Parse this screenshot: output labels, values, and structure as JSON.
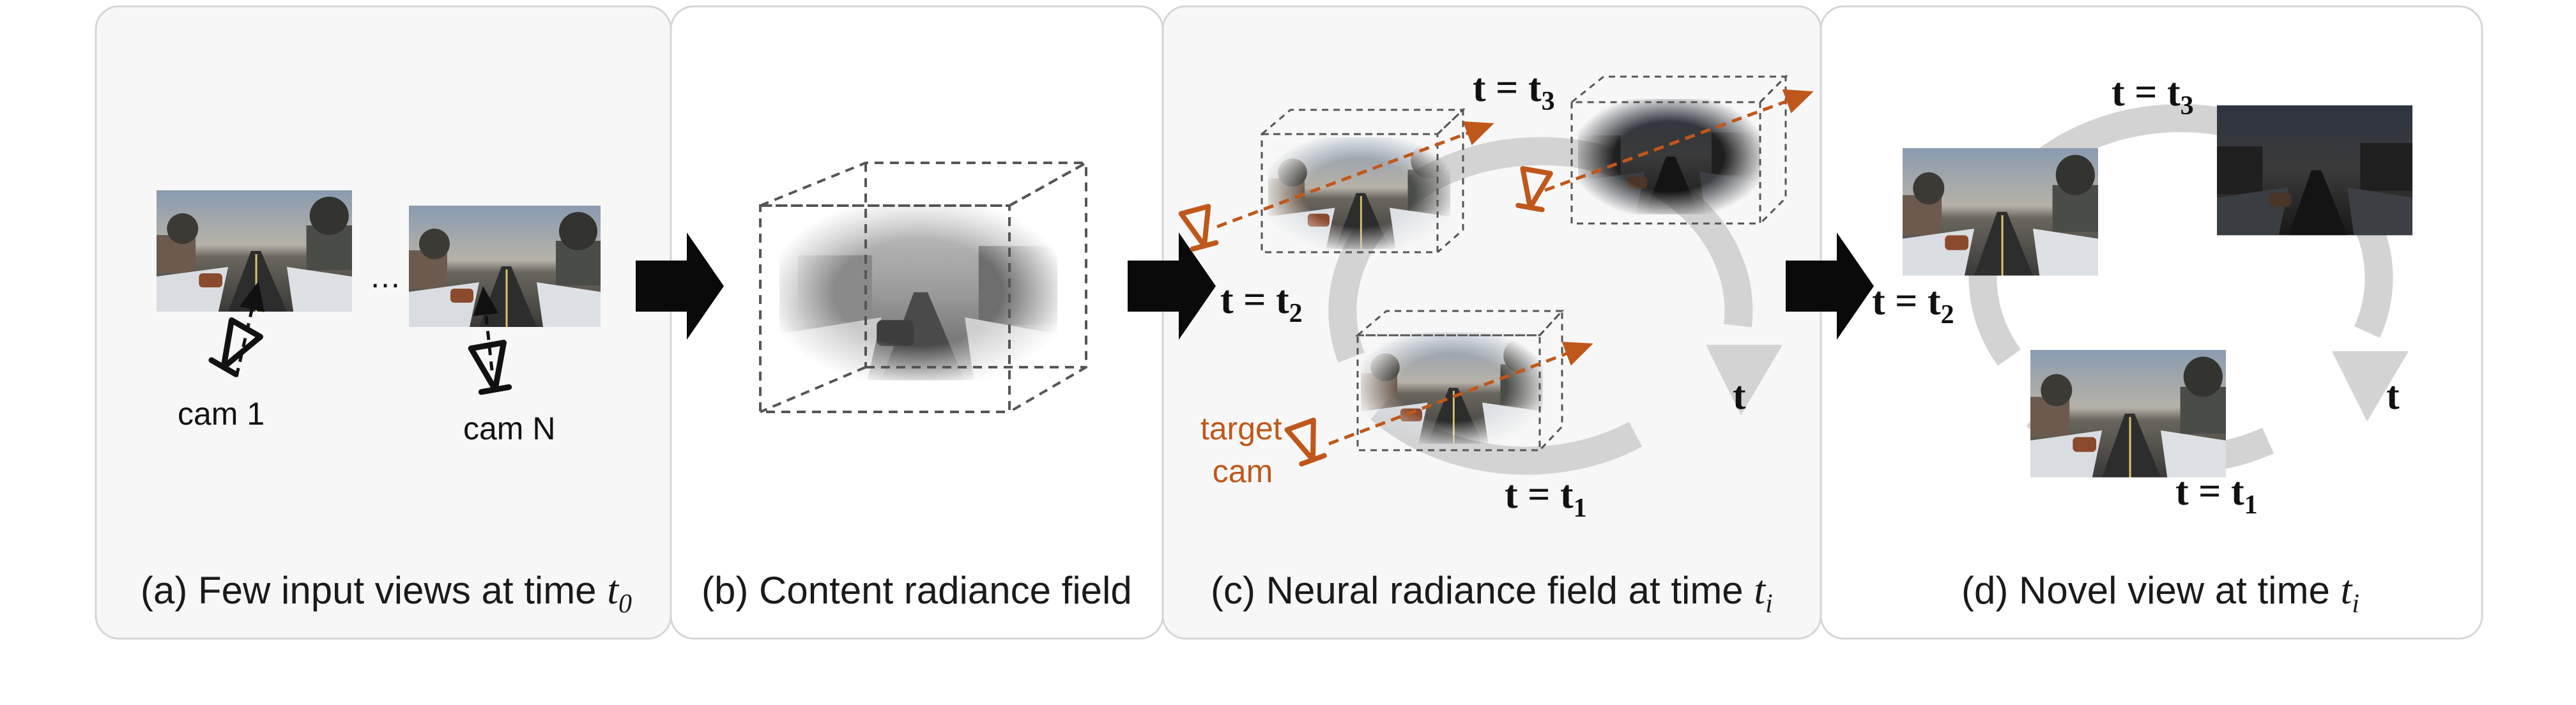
{
  "colors": {
    "panel_fill": "#f7f7f7",
    "panel_border": "#d6d6d6",
    "arrow": "#0a0a0a",
    "cycle": "#d3d3d3",
    "target": "#c0571a",
    "cube_edge": "#555555"
  },
  "panel_a": {
    "caption": "(a) Few input views at time ",
    "caption_var": "t",
    "caption_sub": "0",
    "ellipsis": "…",
    "cam1": "cam 1",
    "camN": "cam N"
  },
  "panel_b": {
    "caption": "(b) Content radiance field"
  },
  "panel_c": {
    "caption": "(c) Neural radiance field at time ",
    "caption_var": "t",
    "caption_sub": "i",
    "t3": {
      "lhs": "t = t",
      "sub": "3"
    },
    "t2": {
      "lhs": "t = t",
      "sub": "2"
    },
    "t1": {
      "lhs": "t = t",
      "sub": "1"
    },
    "t_axis": "t",
    "target_cam_line1": "target",
    "target_cam_line2": "cam"
  },
  "panel_d": {
    "caption": "(d) Novel view at time ",
    "caption_var": "t",
    "caption_sub": "i",
    "t3": {
      "lhs": "t = t",
      "sub": "3"
    },
    "t2": {
      "lhs": "t = t",
      "sub": "2"
    },
    "t1": {
      "lhs": "t = t",
      "sub": "1"
    },
    "t_axis": "t"
  },
  "icons": [
    "right-arrow-icon",
    "camera-icon",
    "cycle-arrow-icon",
    "cube-icon"
  ]
}
